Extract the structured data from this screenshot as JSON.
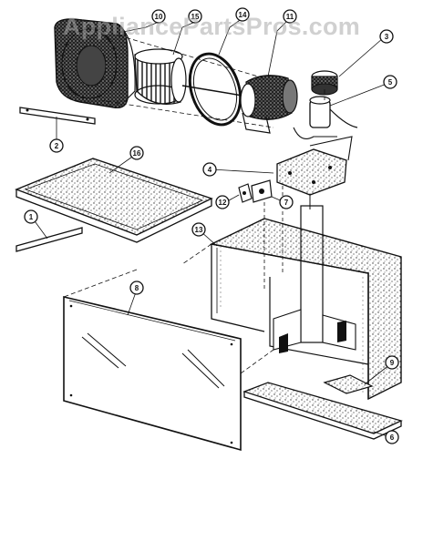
{
  "watermark": "AppliancePartsPros.com",
  "footer_right": "",
  "callouts": [
    {
      "label": "10"
    },
    {
      "label": "15"
    },
    {
      "label": "14"
    },
    {
      "label": "11"
    },
    {
      "label": "3"
    },
    {
      "label": "5"
    },
    {
      "label": "2"
    },
    {
      "label": "16"
    },
    {
      "label": "4"
    },
    {
      "label": "12"
    },
    {
      "label": "7"
    },
    {
      "label": "13"
    },
    {
      "label": "1"
    },
    {
      "label": "8"
    },
    {
      "label": "9"
    },
    {
      "label": "6"
    }
  ]
}
